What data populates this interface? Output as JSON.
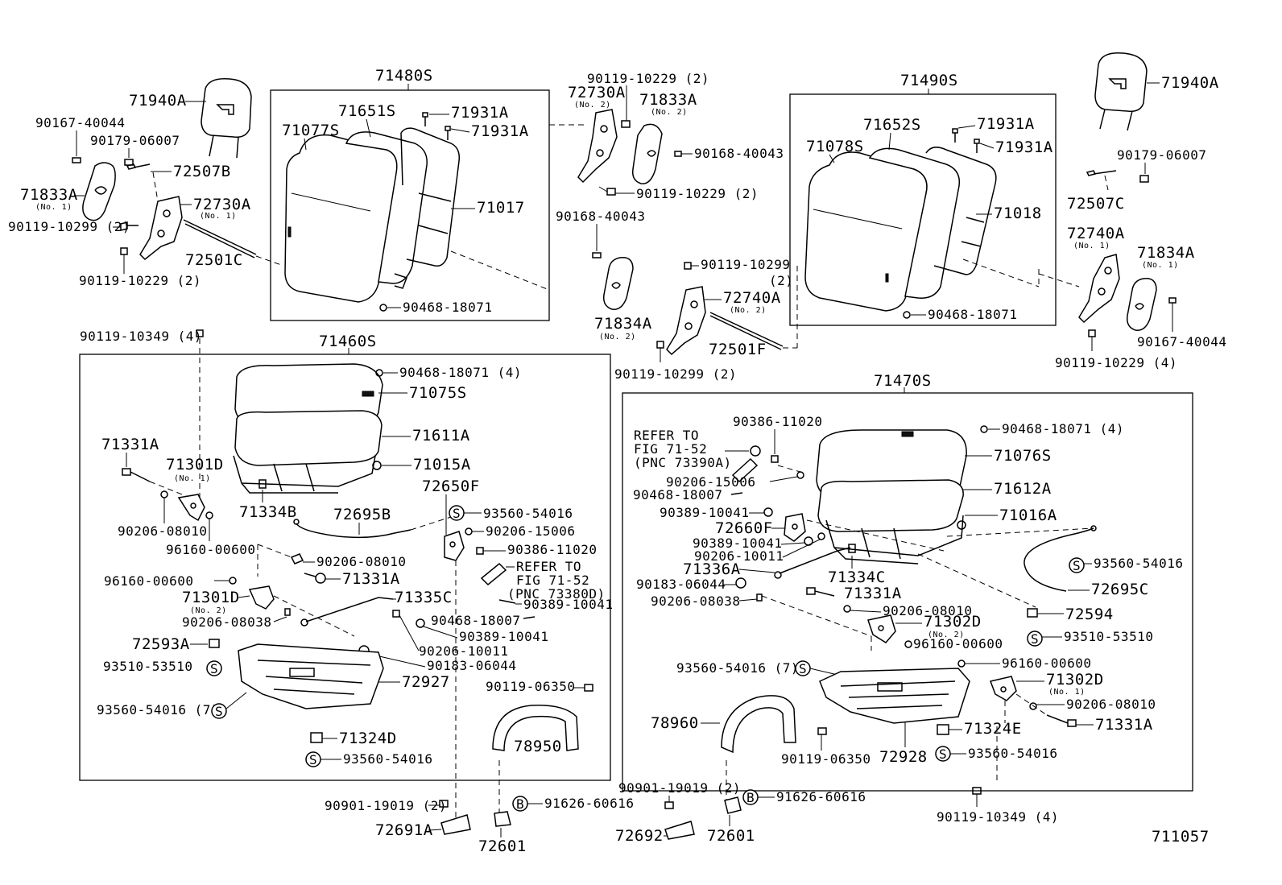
{
  "diagram_id": "711057",
  "groups": {
    "seatback_left": "71480S",
    "seatback_right": "71490S",
    "cushion_left": "71460S",
    "cushion_right": "71470S"
  },
  "labels": {
    "l71940A_left": "71940A",
    "l90167_40044_left": "90167-40044",
    "l90179_06007_left": "90179-06007",
    "l72507B": "72507B",
    "l71833A_left": "71833A",
    "l71833A_left_no": "(No. 1)",
    "l72730A_left": "72730A",
    "l72730A_left_no": "(No. 1)",
    "l90119_10299_2_left": "90119-10299 (2)",
    "l72501C": "72501C",
    "l90119_10229_2_left": "90119-10229 (2)",
    "l71651S": "71651S",
    "l71077S": "71077S",
    "l71931A_a": "71931A",
    "l71931A_b": "71931A",
    "l71017": "71017",
    "l90468_18071_a": "90468-18071",
    "l90119_10229_2_top": "90119-10229 (2)",
    "l72730A_mid": "72730A",
    "l72730A_mid_no": "(No. 2)",
    "l71833A_mid": "71833A",
    "l71833A_mid_no": "(No. 2)",
    "l90168_40043_a": "90168-40043",
    "l90119_10229_2_mid": "90119-10229 (2)",
    "l90168_40043_b": "90168-40043",
    "l71834A_mid": "71834A",
    "l71834A_mid_no": "(No. 2)",
    "l90119_10299_mid": "90119-10299",
    "l90119_10299_mid_2": "(2)",
    "l72740A_mid": "72740A",
    "l72740A_mid_no": "(No. 2)",
    "l72501F": "72501F",
    "l90119_10299_2_bot": "90119-10299 (2)",
    "l71652S": "71652S",
    "l71078S": "71078S",
    "l71931A_c": "71931A",
    "l71931A_d": "71931A",
    "l71018": "71018",
    "l90468_18071_b": "90468-18071",
    "l71940A_right": "71940A",
    "l90179_06007_right": "90179-06007",
    "l72507C": "72507C",
    "l72740A_right": "72740A",
    "l72740A_right_no": "(No. 1)",
    "l71834A_right": "71834A",
    "l71834A_right_no": "(No. 1)",
    "l90167_40044_right": "90167-40044",
    "l90119_10229_4": "90119-10229 (4)",
    "l90119_10349_4_left": "90119-10349 (4)",
    "l90468_18071_4_left": "90468-18071 (4)",
    "l71075S": "71075S",
    "l71611A": "71611A",
    "l71015A": "71015A",
    "l71331A_a": "71331A",
    "l71301D_a": "71301D",
    "l71301D_a_no": "(No. 1)",
    "l71334B": "71334B",
    "l72695B": "72695B",
    "l72650F": "72650F",
    "l93560_54016_a": "93560-54016",
    "l90206_15006_a": "90206-15006",
    "l90206_08010_a": "90206-08010",
    "l96160_00600_a": "96160-00600",
    "l90206_08010_b": "90206-08010",
    "l90386_11020_a": "90386-11020",
    "l refer_a1": "",
    "refer_a1": "REFER TO",
    "refer_a2": "FIG 71-52",
    "refer_a3": "(PNC 73380D)",
    "l71331A_b": "71331A",
    "l96160_00600_b": "96160-00600",
    "l71301D_b": "71301D",
    "l71301D_b_no": "(No. 2)",
    "l71335C": "71335C",
    "l90389_10041_a": "90389-10041",
    "l90206_08038_a": "90206-08038",
    "l90468_18007_a": "90468-18007",
    "l90389_10041_b": "90389-10041",
    "l72593A": "72593A",
    "l90206_10011_a": "90206-10011",
    "l93510_53510_a": "93510-53510",
    "l90183_06044_a": "90183-06044",
    "l72927": "72927",
    "l93560_54016_7_a": "93560-54016 (7)",
    "l90119_06350_a": "90119-06350",
    "l71324D": "71324D",
    "l78950": "78950",
    "l93560_54016_b": "93560-54016",
    "l90901_19019_2_a": "90901-19019 (2)",
    "l91626_60616_a": "91626-60616",
    "l72691A": "72691A",
    "l72601_a": "72601",
    "l90386_11020_b": "90386-11020",
    "refer_b1": "REFER TO",
    "refer_b2": "FIG 71-52",
    "refer_b3": "(PNC 73390A)",
    "l90468_18071_4_right": "90468-18071 (4)",
    "l71076S": "71076S",
    "l90206_15006_b": "90206-15006",
    "l90468_18007_b": "90468-18007",
    "l71612A": "71612A",
    "l90389_10041_c": "90389-10041",
    "l71016A": "71016A",
    "l72660F": "72660F",
    "l90389_10041_d": "90389-10041",
    "l90206_10011_b": "90206-10011",
    "l93560_54016_c": "93560-54016",
    "l71336A": "71336A",
    "l71334C": "71334C",
    "l90183_06044_b": "90183-06044",
    "l72695C": "72695C",
    "l90206_08038_b": "90206-08038",
    "l71331A_c": "71331A",
    "l90206_08010_c": "90206-08010",
    "l72594": "72594",
    "l71302D_a": "71302D",
    "l71302D_a_no": "(No. 2)",
    "l96160_00600_c": "96160-00600",
    "l93510_53510_b": "93510-53510",
    "l93560_54016_7_b": "93560-54016 (7)",
    "l96160_00600_d": "96160-00600",
    "l71302D_b": "71302D",
    "l71302D_b_no": "(No. 1)",
    "l90206_08010_d": "90206-08010",
    "l78960": "78960",
    "l71331A_d": "71331A",
    "l71324E": "71324E",
    "l90119_06350_b": "90119-06350",
    "l72928": "72928",
    "l93560_54016_d": "93560-54016",
    "l90901_19019_2_b": "90901-19019 (2)",
    "l91626_60616_b": "91626-60616",
    "l72692": "72692",
    "l72601_b": "72601",
    "l90119_10349_4_right": "90119-10349 (4)",
    "circle_s": "S",
    "circle_b": "B"
  }
}
